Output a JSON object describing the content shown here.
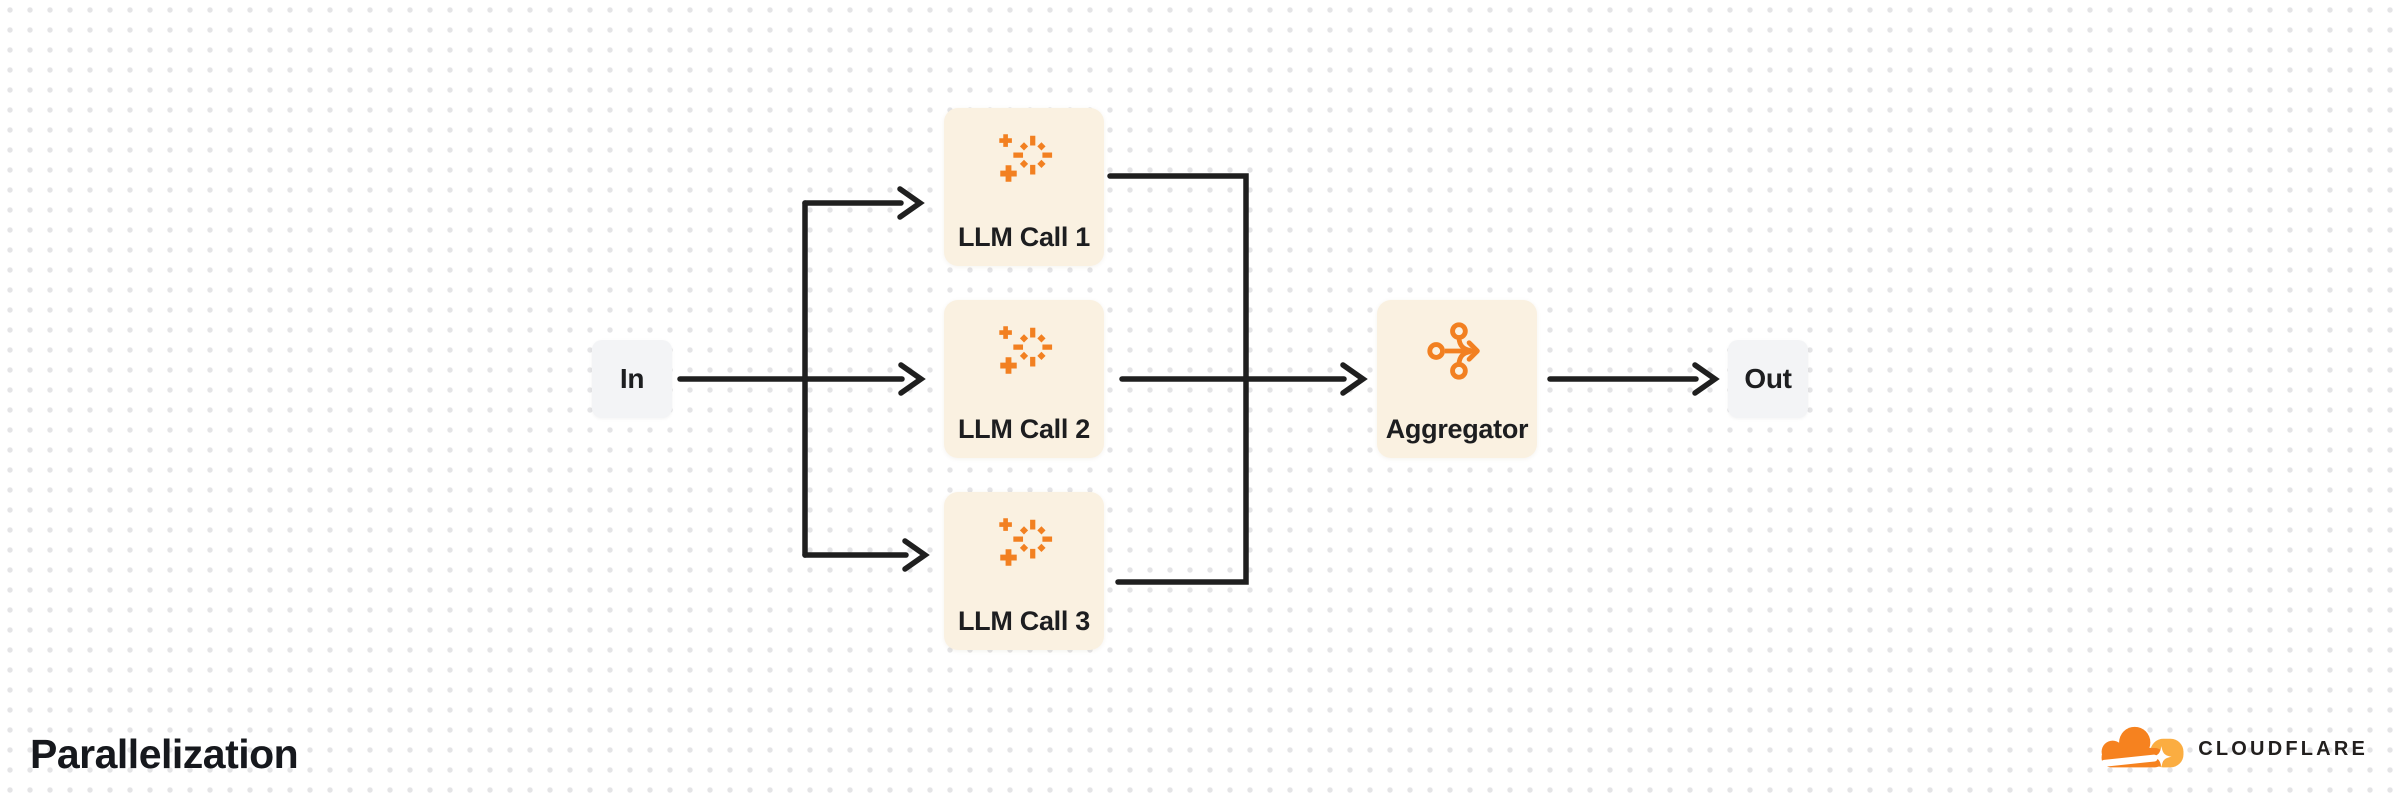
{
  "title": "Parallelization",
  "brand": {
    "wordmark": "CLOUDFLARE",
    "cloud_orange_dark": "#F6821F",
    "cloud_orange_light": "#FBAD41"
  },
  "colors": {
    "accent_orange": "#F28021",
    "task_node_background": "#FAF1E1",
    "io_node_background": "#F3F4F6",
    "connector_line": "#1F1F1F",
    "label_text": "#1D1E20",
    "dot_grid": "#E4E4E6",
    "background": "#FFFFFF"
  },
  "diagram": {
    "input": {
      "label": "In"
    },
    "llm_calls": [
      {
        "label": "LLM Call 1",
        "icon": "ai-spark-icon"
      },
      {
        "label": "LLM Call 2",
        "icon": "ai-spark-icon"
      },
      {
        "label": "LLM Call 3",
        "icon": "ai-spark-icon"
      }
    ],
    "aggregator": {
      "label": "Aggregator",
      "icon": "merge-arrow-icon"
    },
    "output": {
      "label": "Out"
    },
    "edges": [
      "In -> LLM Call 1",
      "In -> LLM Call 2",
      "In -> LLM Call 3",
      "LLM Call 1 -> Aggregator",
      "LLM Call 2 -> Aggregator",
      "LLM Call 3 -> Aggregator",
      "Aggregator -> Out"
    ]
  }
}
